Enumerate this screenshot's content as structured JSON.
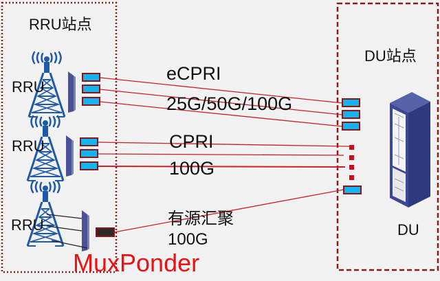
{
  "colors": {
    "background": "#f2f2f2",
    "site_border": "#8b1a1a",
    "fiber": "#cc1f2a",
    "port_fill": "#13b4f0",
    "port_border": "#8b1414",
    "tower": "#1f5aa8",
    "antenna": "#4a5296",
    "mux_fill": "#2a2a2a",
    "mux_label": "#ee1111",
    "du_cabinet": "#3b4896"
  },
  "rru_site": {
    "title": "RRU站点",
    "rrus": [
      {
        "label": "RRU",
        "ports": 3,
        "link_type": "eCPRI"
      },
      {
        "label": "RRU",
        "ports": 3,
        "link_type": "CPRI"
      },
      {
        "label": "RRU",
        "ports": 0,
        "link_type": "MuxPonder"
      }
    ]
  },
  "links": {
    "ecpri": {
      "protocol": "eCPRI",
      "rate": "25G/50G/100G"
    },
    "cpri": {
      "protocol": "CPRI",
      "rate": "100G"
    },
    "active_aggregation": {
      "mode": "有源汇聚",
      "rate": "100G"
    }
  },
  "muxponder": {
    "label": "MuxPonder"
  },
  "du_site": {
    "title": "DU站点",
    "du_label": "DU"
  },
  "icons": {
    "tower": "cell-tower-icon",
    "antenna": "antenna-panel-icon",
    "port": "optical-port-icon",
    "du": "server-cabinet-icon"
  }
}
